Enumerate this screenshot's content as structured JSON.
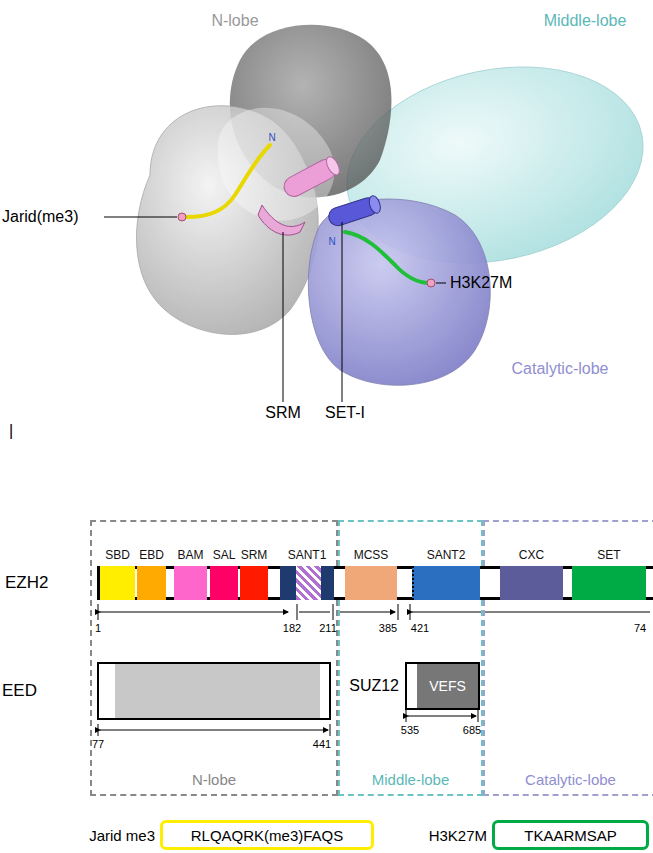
{
  "diagram": {
    "nodes": [
      {
        "text": [
          "N-lobe"
        ]
      },
      {
        "text": [
          "Middle-lobe"
        ]
      },
      {
        "text": [
          "Catalytic-lobe"
        ]
      },
      {
        "text": [
          "EZH2"
        ]
      },
      {
        "text": [
          "SBD"
        ],
        "in": 3
      },
      {
        "text": [
          "EBD"
        ],
        "in": 3
      },
      {
        "text": [
          "BAM"
        ],
        "in": 3
      },
      {
        "text": [
          "SAL"
        ],
        "in": 3
      },
      {
        "text": [
          "SRM"
        ],
        "in": 3
      },
      {
        "text": [
          "SANT1"
        ],
        "in": 3
      },
      {
        "text": [
          "MCSS"
        ],
        "in": 3
      },
      {
        "text": [
          "SANT2"
        ],
        "in": 3
      },
      {
        "text": [
          "CXC"
        ],
        "in": 3
      },
      {
        "text": [
          "SET"
        ],
        "in": 3
      },
      {
        "text": [
          "EED"
        ],
        "in": 0
      },
      {
        "text": [
          "SUZ12"
        ],
        "in": 1
      },
      {
        "text": [
          "VEFS"
        ],
        "in": 15
      },
      {
        "text": [
          "Jarid me3",
          "RLQAQRK(me3)FAQS"
        ]
      },
      {
        "text": [
          "H3K27M",
          "TKAARMSAP"
        ]
      }
    ],
    "labels": [
      "N-lobe",
      "Middle-lobe",
      "Jarid(me3)",
      "H3K27M",
      "Catalytic-lobe",
      "SRM",
      "SET-I",
      "|",
      "1",
      "182",
      "211",
      "385",
      "421",
      "74",
      "77",
      "441",
      "535",
      "685",
      "N",
      "N"
    ]
  }
}
